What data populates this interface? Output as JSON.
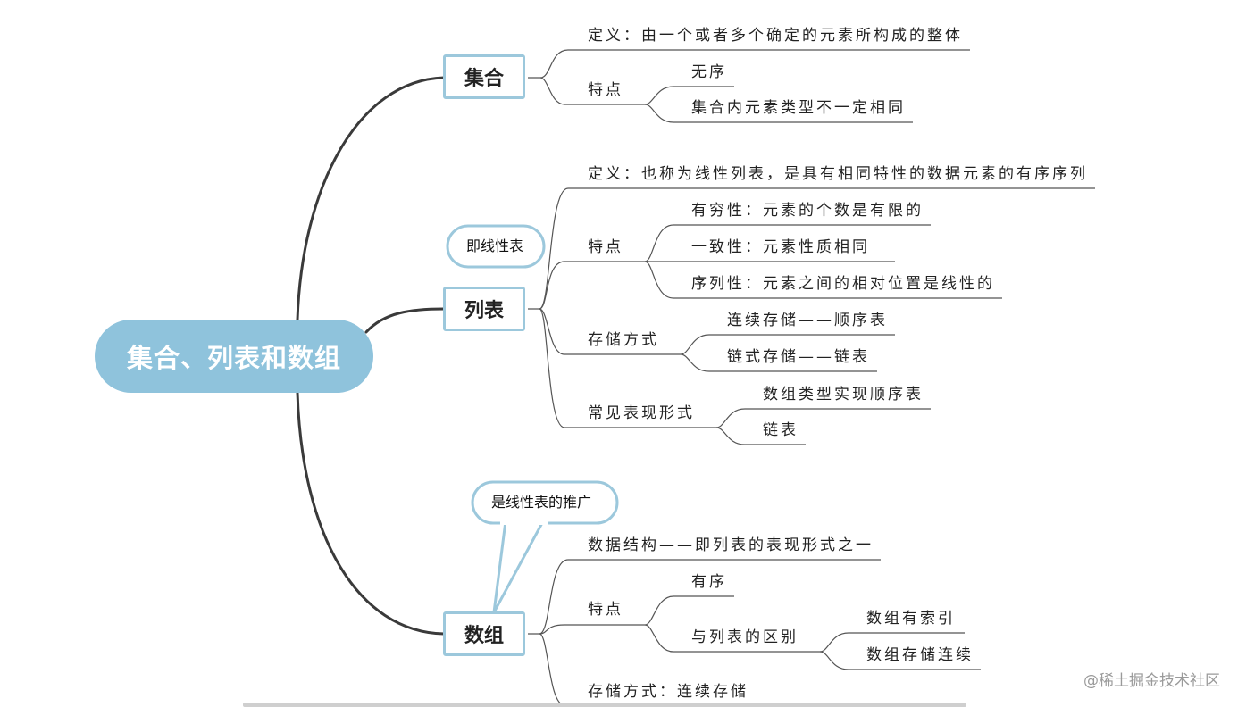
{
  "root": {
    "label": "集合、列表和数组"
  },
  "set": {
    "label": "集合",
    "definition": "定义：由一个或者多个确定的元素所构成的整体",
    "features_label": "特点",
    "features": [
      "无序",
      "集合内元素类型不一定相同"
    ]
  },
  "list": {
    "label": "列表",
    "callout": "即线性表",
    "definition": "定义：也称为线性列表，是具有相同特性的数据元素的有序序列",
    "features_label": "特点",
    "features": [
      "有穷性：元素的个数是有限的",
      "一致性：元素性质相同",
      "序列性：元素之间的相对位置是线性的"
    ],
    "storage_label": "存储方式",
    "storage": [
      "连续存储——顺序表",
      "链式存储——链表"
    ],
    "forms_label": "常见表现形式",
    "forms": [
      "数组类型实现顺序表",
      "链表"
    ]
  },
  "array": {
    "label": "数组",
    "callout": "是线性表的推广",
    "structure": "数据结构——即列表的表现形式之一",
    "features_label": "特点",
    "feature_ordered": "有序",
    "difference_label": "与列表的区别",
    "differences": [
      "数组有索引",
      "数组存储连续"
    ],
    "storage": "存储方式：连续存储"
  },
  "watermark": "@稀土掘金技术社区",
  "colors": {
    "root_fill": "#8fc3dc",
    "branch_border": "#9cc8dc",
    "trunk": "#3a3a3a",
    "connector": "#555555"
  }
}
